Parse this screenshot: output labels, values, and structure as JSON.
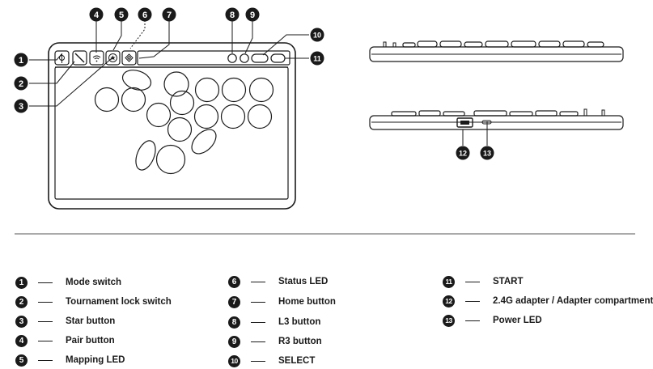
{
  "callouts": [
    "1",
    "2",
    "3",
    "4",
    "5",
    "6",
    "7",
    "8",
    "9",
    "10",
    "11",
    "12",
    "13"
  ],
  "legend": [
    {
      "num": "1",
      "label": "Mode switch"
    },
    {
      "num": "2",
      "label": "Tournament lock switch"
    },
    {
      "num": "3",
      "label": "Star button"
    },
    {
      "num": "4",
      "label": "Pair button"
    },
    {
      "num": "5",
      "label": "Mapping LED"
    },
    {
      "num": "6",
      "label": "Status LED"
    },
    {
      "num": "7",
      "label": "Home button"
    },
    {
      "num": "8",
      "label": "L3 button"
    },
    {
      "num": "9",
      "label": "R3 button"
    },
    {
      "num": "10",
      "label": "SELECT"
    },
    {
      "num": "11",
      "label": "START"
    },
    {
      "num": "12",
      "label": "2.4G adapter / Adapter compartment"
    },
    {
      "num": "13",
      "label": "Power LED"
    }
  ],
  "colors": {
    "ink": "#1a1a1a",
    "background": "#ffffff",
    "rule": "#555555"
  }
}
